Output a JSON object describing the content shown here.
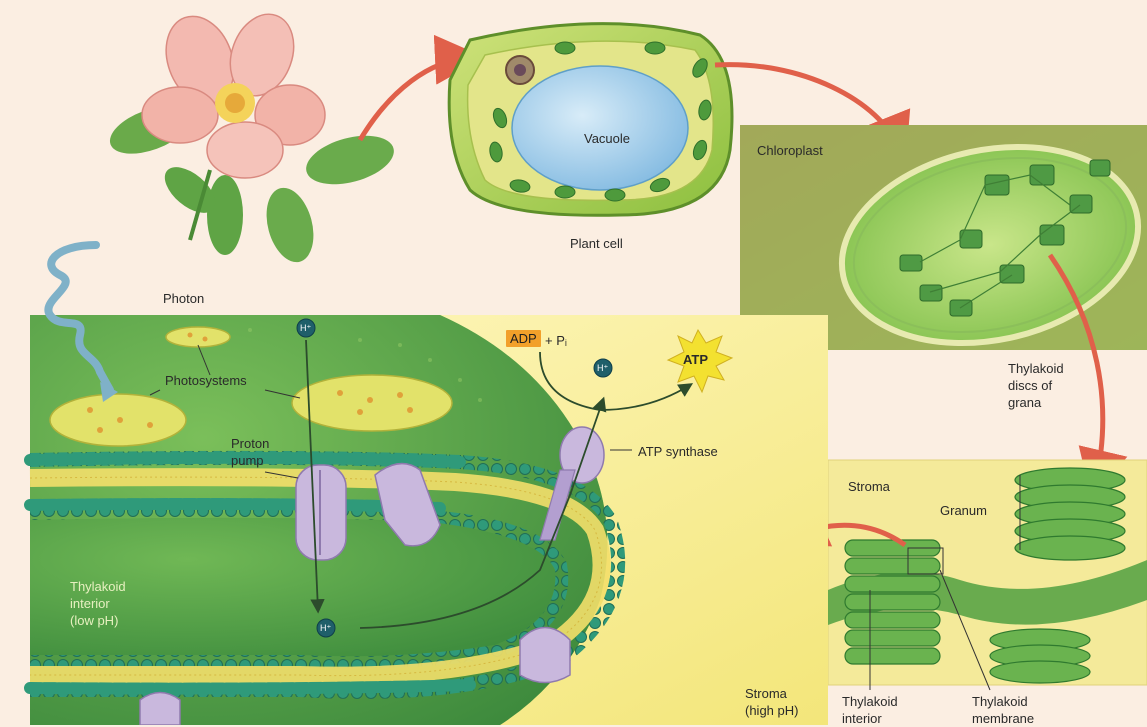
{
  "labels": {
    "vacuole": "Vacuole",
    "plant_cell": "Plant cell",
    "chloroplast": "Chloroplast",
    "photon": "Photon",
    "photosystems": "Photosystems",
    "proton_pump": [
      "Proton",
      "pump"
    ],
    "adp": "ADP",
    "plus_pi": "+ Pᵢ",
    "atp": "ATP",
    "atp_synthase": "ATP synthase",
    "thylakoid_discs": [
      "Thylakoid",
      "discs of",
      "grana"
    ],
    "stroma_top": "Stroma",
    "granum": "Granum",
    "thylakoid_interior_low_ph": [
      "Thylakoid",
      "interior",
      "(low pH)"
    ],
    "stroma_high_ph": [
      "Stroma",
      "(high pH)"
    ],
    "thylakoid_interior_bottom": [
      "Thylakoid",
      "interior"
    ],
    "thylakoid_membrane": [
      "Thylakoid",
      "membrane"
    ],
    "h_plus": "H⁺"
  },
  "colors": {
    "background": "#fbeee2",
    "leaf_green": "#3f8f3a",
    "membrane_green": "#4ea24a",
    "stroma_yellow": "#f7ee9c",
    "arrow_red": "#e0604a",
    "atp_orange": "#f2a02a",
    "lavender_protein": "#c9b8dd"
  }
}
